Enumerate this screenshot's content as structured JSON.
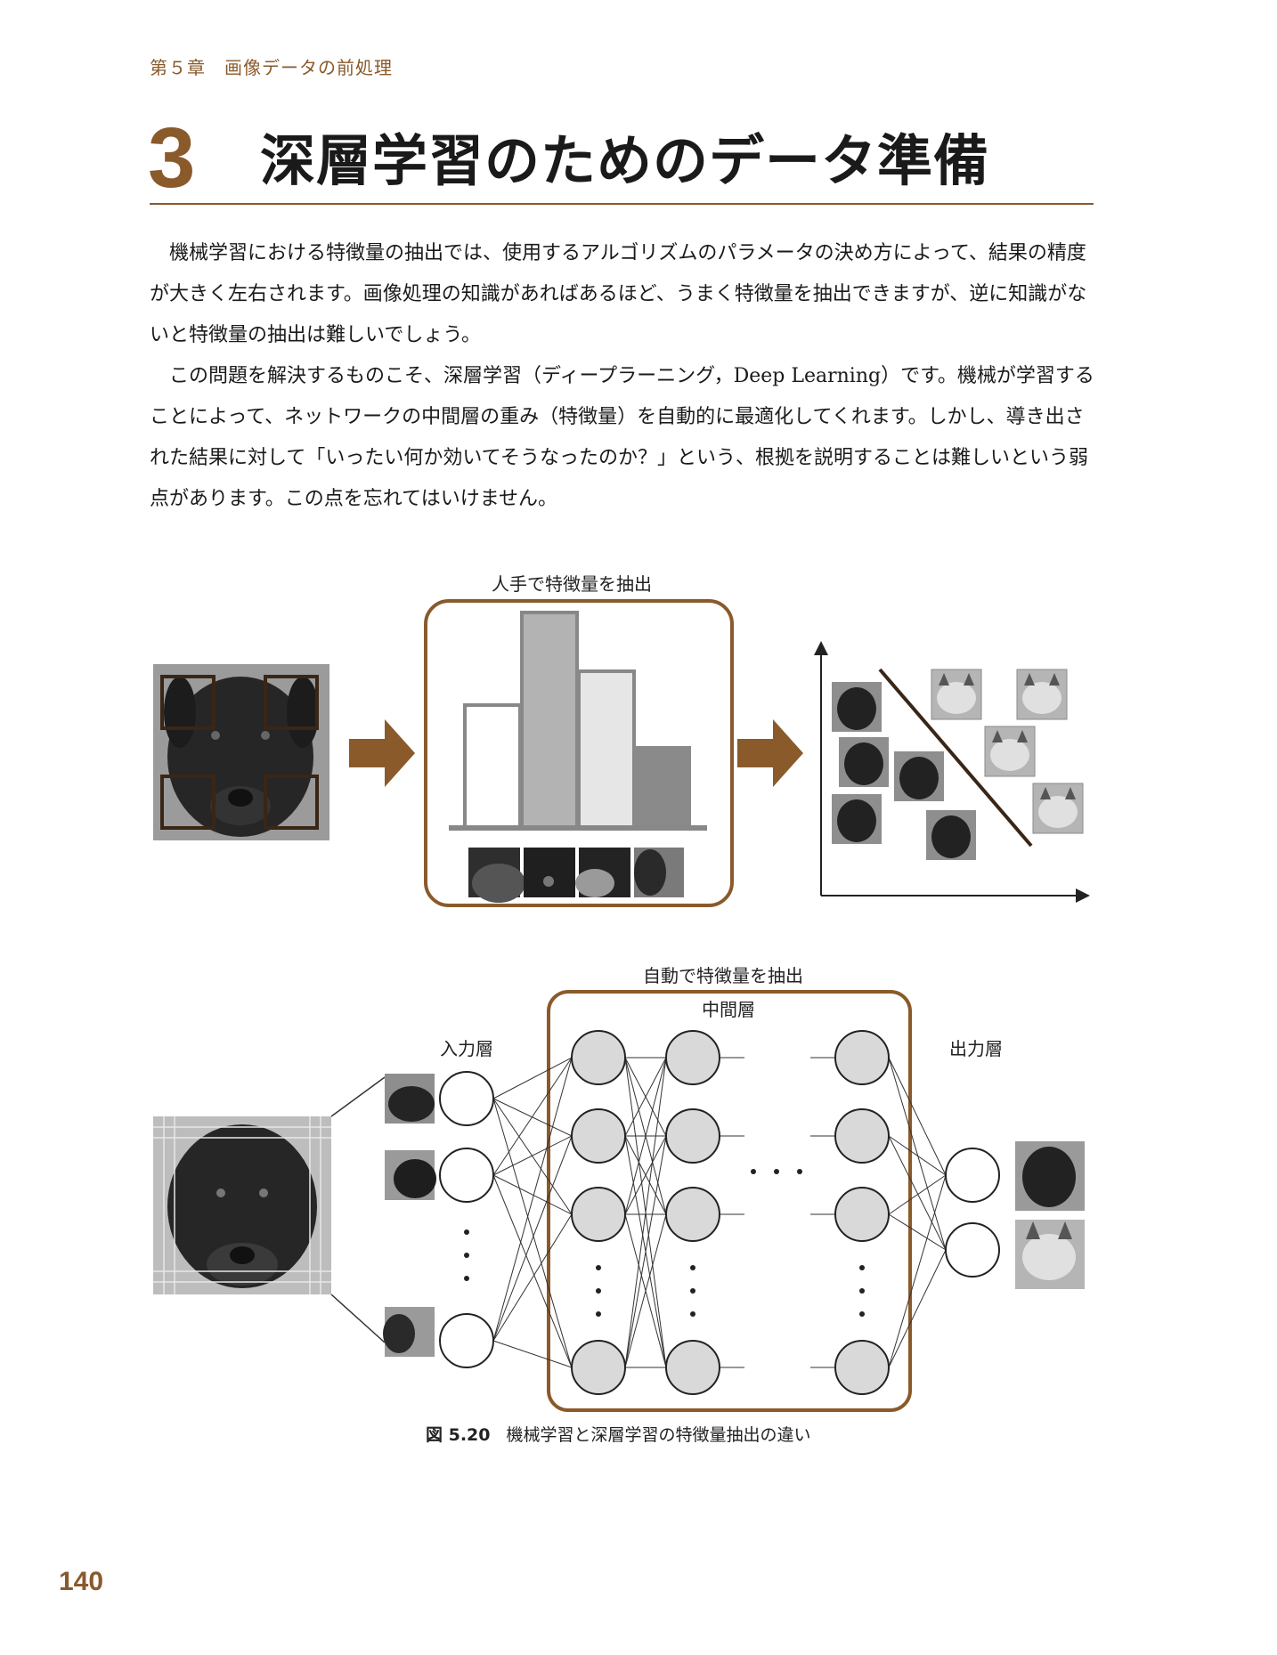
{
  "header": {
    "chapter": "第５章　画像データの前処理"
  },
  "section": {
    "number": "3",
    "title": "深層学習のためのデータ準備"
  },
  "body": {
    "paragraphs": [
      "機械学習における特徴量の抽出では、使用するアルゴリズムのパラメータの決め方によって、結果の精度が大きく左右されます。画像処理の知識があればあるほど、うまく特徴量を抽出できますが、逆に知識がないと特徴量の抽出は難しいでしょう。",
      "この問題を解決するものこそ、深層学習（ディープラーニング，Deep Learning）です。機械が学習することによって、ネットワークの中間層の重み（特徴量）を自動的に最適化してくれます。しかし、導き出された結果に対して「いったい何か効いてそうなったのか？」という、根拠を説明することは難しいという弱点があります。この点を忘れてはいけません。"
    ]
  },
  "figure": {
    "top_label": "人手で特徴量を抽出",
    "bottom_label": "自動で特徴量を抽出",
    "hidden_label": "中間層",
    "input_label": "入力層",
    "output_label": "出力層",
    "caption_number": "図 5.20",
    "caption_text": "機械学習と深層学習の特徴量抽出の違い",
    "accent_color": "#8a5a2b"
  },
  "page_number": "140"
}
